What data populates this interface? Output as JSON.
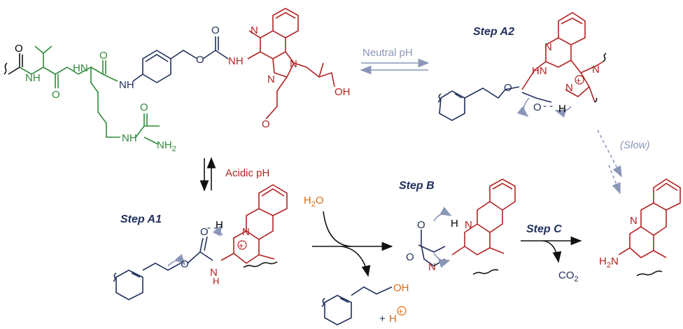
{
  "colors": {
    "peptide": "#2e8b3a",
    "payload": "#b22222",
    "linker": "#1f2f5c",
    "reagent": "#e06a14",
    "equilibrium": "#8a96b8"
  },
  "labels": {
    "step_a1": "Step A1",
    "step_a2": "Step A2",
    "step_b": "Step B",
    "step_c": "Step C",
    "neutral_ph": "Neutral pH",
    "acidic_ph": "Acidic pH",
    "slow": "(Slow)",
    "water_h": "H",
    "water_sub": "2",
    "water_o": "O",
    "co2_c": "CO",
    "co2_sub": "2",
    "plus": "+",
    "proton": "H",
    "nh2_h": "H",
    "nh2_sub": "2",
    "nh2_n": "N"
  },
  "atoms": {
    "n": "N",
    "nh": "NH",
    "hn": "HN",
    "h": "H",
    "o": "O",
    "oh": "OH",
    "nh2": "NH",
    "nh2_sub": "2",
    "h_dots": "- -",
    "charge": "+"
  }
}
